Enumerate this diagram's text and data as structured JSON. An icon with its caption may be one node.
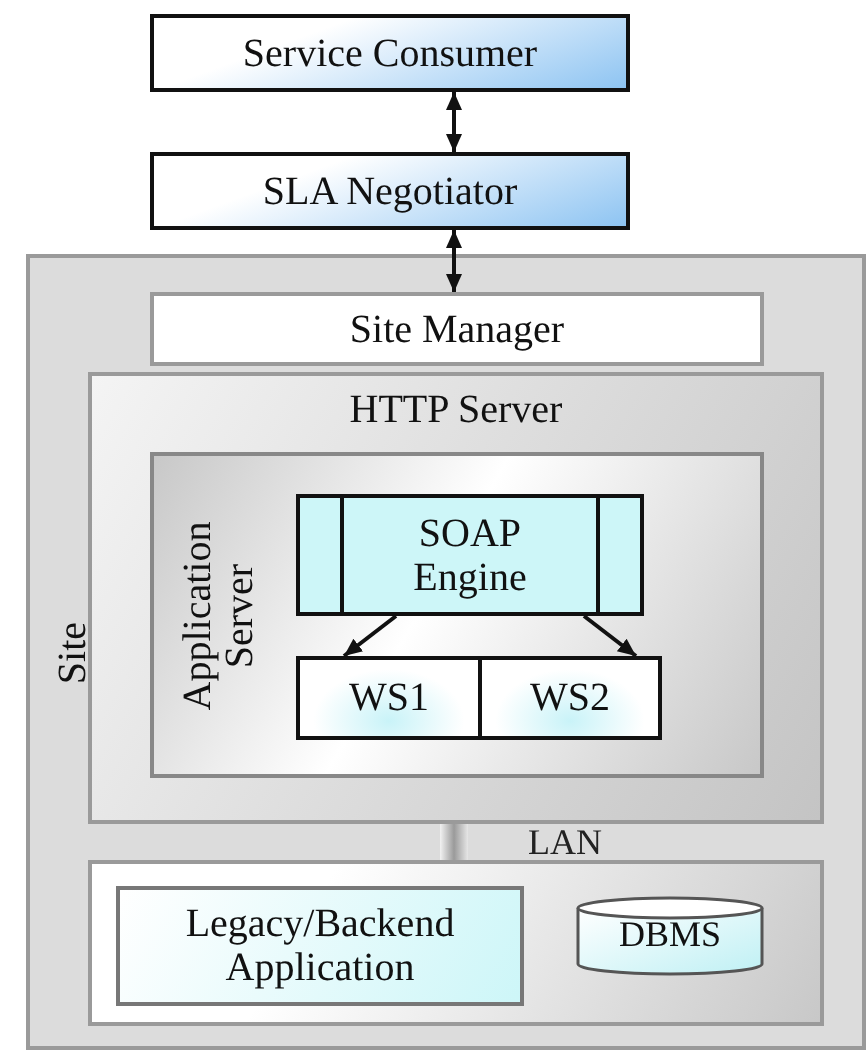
{
  "diagram": {
    "nodes": [
      {
        "text": [
          "Service Consumer"
        ]
      },
      {
        "text": [
          "SLA Negotiator"
        ]
      },
      {
        "text": [
          "Site"
        ]
      },
      {
        "text": [
          "Site Manager"
        ],
        "in": 2
      },
      {
        "text": [
          "HTTP Server"
        ],
        "in": 2
      },
      {
        "text": [
          "Application Server"
        ],
        "in": 4
      },
      {
        "text": [
          "SOAP Engine"
        ],
        "in": 5
      },
      {
        "text": [
          "WS1"
        ],
        "in": 5
      },
      {
        "text": [
          "WS2"
        ],
        "in": 5
      },
      {
        "text": [],
        "shape": "box",
        "in": 2
      },
      {
        "text": [
          "Legacy/Backend Application"
        ],
        "in": 9
      },
      {
        "text": [
          "DBMS"
        ],
        "in": 9
      }
    ],
    "edges": [
      {
        "from": 0,
        "to": 1,
        "arrow": "both"
      },
      {
        "from": 1,
        "to": 3,
        "arrow": "both"
      },
      {
        "from": 6,
        "to": 7,
        "arrow": "to"
      },
      {
        "from": 6,
        "to": 8,
        "arrow": "to"
      },
      {
        "from": 4,
        "to": 9,
        "arrow": "none",
        "label": "LAN",
        "style": "thick"
      }
    ]
  }
}
